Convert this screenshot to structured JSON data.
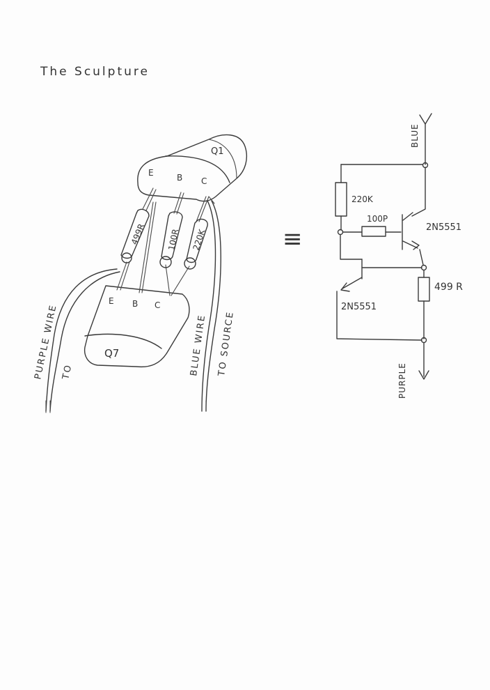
{
  "title": "The Sculpture",
  "sculpture": {
    "q_top": "Q1",
    "q_bottom": "Q7",
    "top_pins": [
      "E",
      "B",
      "C"
    ],
    "bottom_pins": [
      "E",
      "B",
      "C"
    ],
    "resistors": [
      "499R",
      "100R",
      "220K"
    ],
    "purple_label": "PURPLE WIRE",
    "purple_to": "TO",
    "blue_label": "BLUE WIRE",
    "blue_to": "TO SOURCE"
  },
  "equivalence": "≡",
  "schematic": {
    "top_label": "BLUE",
    "bottom_label": "PURPLE",
    "r1": "220K",
    "cap": "100P",
    "r2": "499 R",
    "q_upper": "2N5551",
    "q_lower": "2N5551"
  }
}
